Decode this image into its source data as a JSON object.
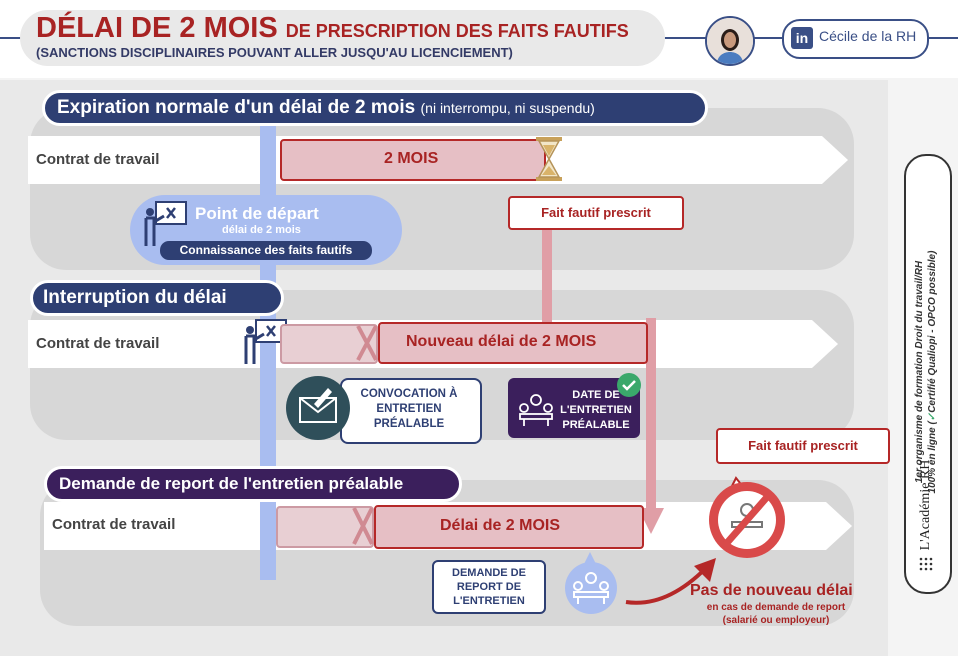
{
  "header": {
    "title_main": "DÉLAI DE 2 MOIS",
    "title_rest": "DE PRESCRIPTION DES FAITS FAUTIFS",
    "subtitle": "(SANCTIONS DISCIPLINAIRES POUVANT ALLER JUSQU'AU LICENCIEMENT)",
    "linkedin_name": "Cécile de la RH",
    "linkedin_logo": "in"
  },
  "section1": {
    "title": "Expiration normale d'un délai de 2 mois",
    "title_note": "(ni interrompu, ni suspendu)",
    "band_label": "Contrat de travail",
    "bar_label": "2 MOIS",
    "callout": "Fait fautif prescrit",
    "start_title": "Point de départ",
    "start_sub": "délai de 2 mois",
    "start_badge": "Connaissance des faits fautifs"
  },
  "section2": {
    "title": "Interruption du délai",
    "band_label": "Contrat de travail",
    "bar_label": "Nouveau délai de 2 MOIS",
    "convocation": [
      "CONVOCATION À",
      "ENTRETIEN",
      "PRÉALABLE"
    ],
    "date": [
      "DATE DE",
      "L'ENTRETIEN",
      "PRÉALABLE"
    ],
    "callout": "Fait fautif prescrit"
  },
  "section3": {
    "title": "Demande de report de l'entretien préalable",
    "band_label": "Contrat de travail",
    "bar_label": "Délai de 2 MOIS",
    "demande": [
      "DEMANDE DE",
      "REPORT DE",
      "L'ENTRETIEN"
    ],
    "no_new": "Pas de nouveau délai",
    "no_new_sub1": "en cas de demande de report",
    "no_new_sub2": "(salarié ou employeur)"
  },
  "side": {
    "line1": "1er organisme de formation Droit du travail/RH",
    "line2_a": "100% en ligne (",
    "line2_b": "Certifié Qualiopi - OPCO possible)",
    "brand": "L'Académie RH"
  },
  "colors": {
    "accent_red": "#a82323",
    "navy": "#2e3f73",
    "purple": "#3b1f5c"
  },
  "icons": [
    "hourglass-icon",
    "presentation-board-icon",
    "envelope-icon",
    "meeting-icon",
    "check-badge-icon",
    "forbidden-meeting-icon",
    "curved-arrow-icon",
    "linkedin-icon"
  ]
}
